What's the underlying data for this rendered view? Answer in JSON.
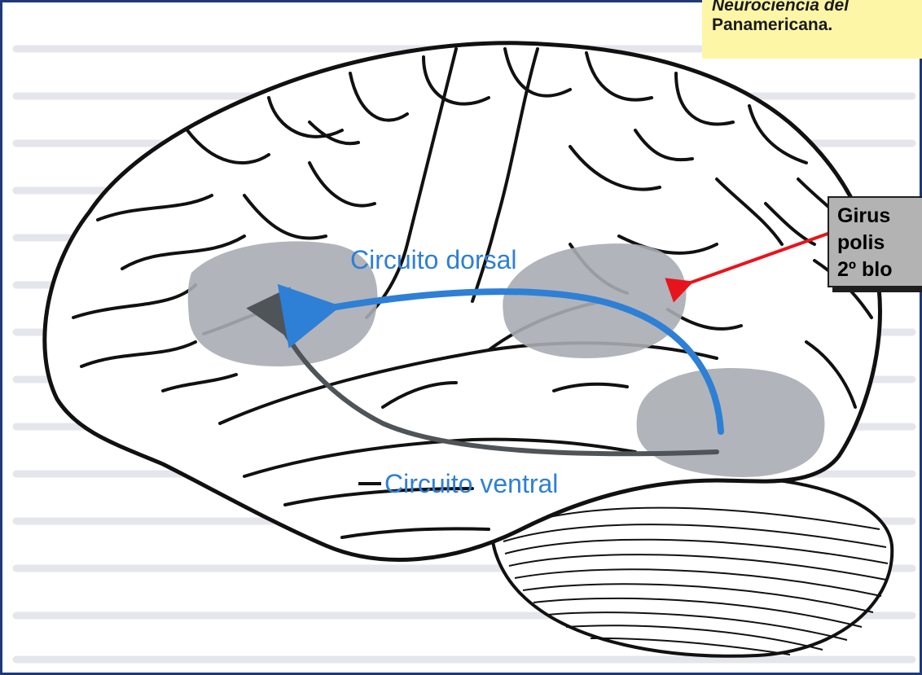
{
  "citation": {
    "line1": "Neurociencia del",
    "line2": "Panamericana."
  },
  "callout": {
    "line1": "Girus",
    "line2": "polis",
    "line3": "2º blo"
  },
  "diagram": {
    "dorsal_label": "Circuito dorsal",
    "ventral_label": "Circuito ventral",
    "dorsal_color": "#2e7fd6",
    "ventral_color": "#4f5458",
    "region_color": "#a9acb2",
    "pointer_color": "#e8141c"
  }
}
